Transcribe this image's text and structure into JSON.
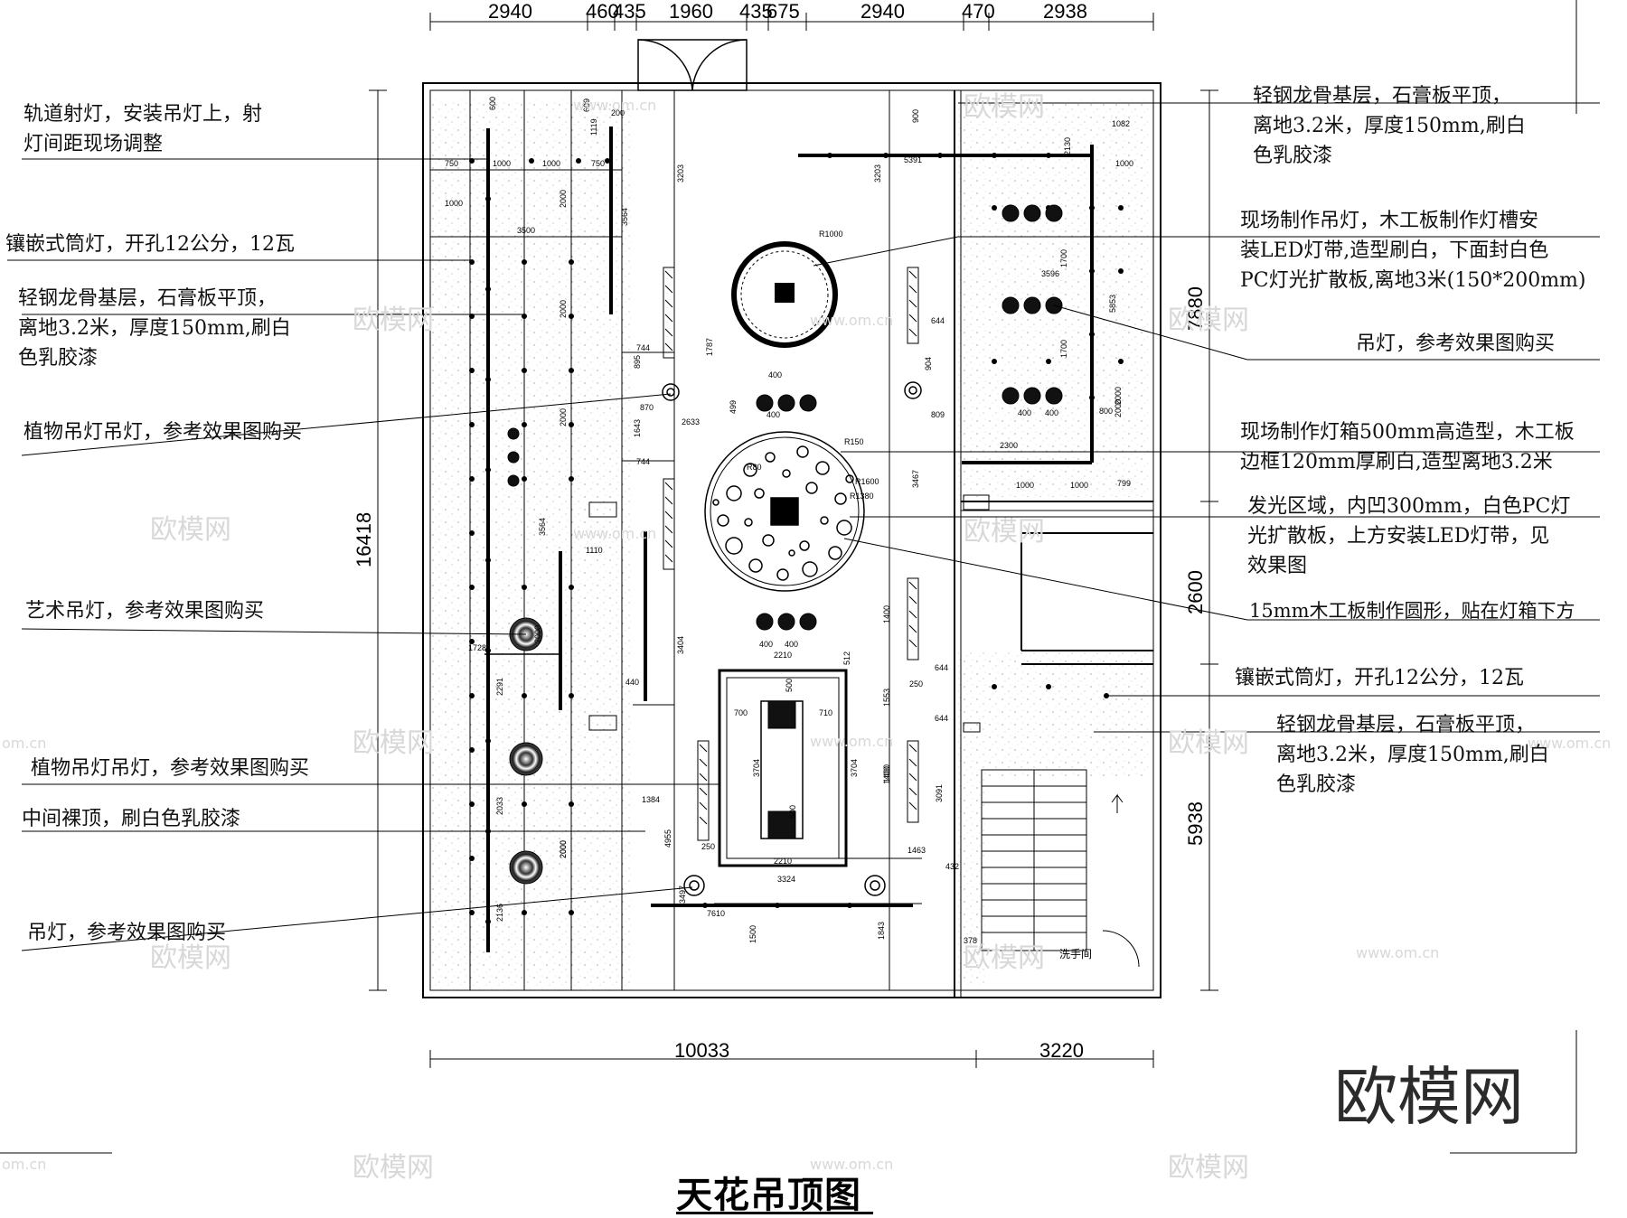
{
  "title": "天花吊顶图",
  "watermark": {
    "brand": "欧模网",
    "url_main": "www.om.cn",
    "url_short": "om.cn"
  },
  "top_dims": [
    "2940",
    "460",
    "435",
    "1960",
    "435",
    "675",
    "2940",
    "470",
    "2938"
  ],
  "bottom_dims": [
    "10033",
    "3220"
  ],
  "left_dims": [
    "16418"
  ],
  "right_dims": [
    "7880",
    "2600",
    "5938"
  ],
  "notes_left": [
    "轨道射灯，安装吊灯上，射\n灯间距现场调整",
    "镶嵌式筒灯，开孔12公分，12瓦",
    "轻钢龙骨基层，石膏板平顶，\n离地3.2米，厚度150mm,刷白\n色乳胶漆",
    "植物吊灯吊灯，参考效果图购买",
    "艺术吊灯，参考效果图购买",
    "植物吊灯吊灯，参考效果图购买",
    "中间裸顶，刷白色乳胶漆",
    "吊灯，参考效果图购买"
  ],
  "notes_right": [
    "轻钢龙骨基层，石膏板平顶，\n离地3.2米，厚度150mm,刷白\n色乳胶漆",
    "现场制作吊灯，木工板制作灯槽安\n装LED灯带,造型刷白，下面封白色\nPC灯光扩散板,离地3米(150*200mm)",
    "吊灯，参考效果图购买",
    "现场制作灯箱500mm高造型，木工板\n边框120mm厚刷白,造型离地3.2米",
    "发光区域，内凹300mm，白色PC灯\n光扩散板，上方安装LED灯带，见\n效果图",
    "15mm木工板制作圆形，贴在灯箱下方",
    "镶嵌式筒灯，开孔12公分，12瓦",
    "轻钢龙骨基层，石膏板平顶，\n离地3.2米，厚度150mm,刷白\n色乳胶漆"
  ],
  "inner_dims": [
    "600",
    "1119",
    "609",
    "200",
    "750",
    "1000",
    "1000",
    "750",
    "1000",
    "3500",
    "2000",
    "3564",
    "3203",
    "2000",
    "2000",
    "1110",
    "3564",
    "2000",
    "1728",
    "2291",
    "440",
    "2000",
    "2033",
    "1384",
    "2000",
    "4955",
    "2136",
    "3497",
    "7610",
    "1500",
    "1843",
    "3467",
    "3203",
    "900",
    "5391",
    "2130",
    "1082",
    "1000",
    "1700",
    "3596",
    "5853",
    "2000",
    "1700",
    "800",
    "400",
    "400",
    "2300",
    "2000",
    "1000",
    "1000",
    "799",
    "R1000",
    "R1600",
    "R1380",
    "R150",
    "R80",
    "744",
    "895",
    "870",
    "1787",
    "2633",
    "499",
    "400",
    "400",
    "1643",
    "744",
    "644",
    "904",
    "809",
    "2210",
    "512",
    "700",
    "710",
    "500",
    "3704",
    "3704",
    "500",
    "2210",
    "400",
    "400",
    "250",
    "3324",
    "1400",
    "1553",
    "250",
    "644",
    "1400",
    "644",
    "3091",
    "1463",
    "432",
    "1400",
    "3404",
    "378"
  ],
  "room_label": "洗手间"
}
